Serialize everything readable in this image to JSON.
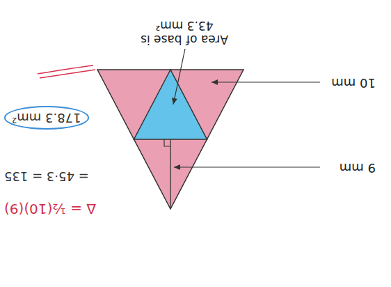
{
  "diagram": {
    "labels": [
      "Δ = ½(10)(9)",
      "= 45·3 = 135",
      "178.3 mm²",
      "9 mm",
      "10 mm",
      "Area of base is 43.3 mm²"
    ]
  }
}
